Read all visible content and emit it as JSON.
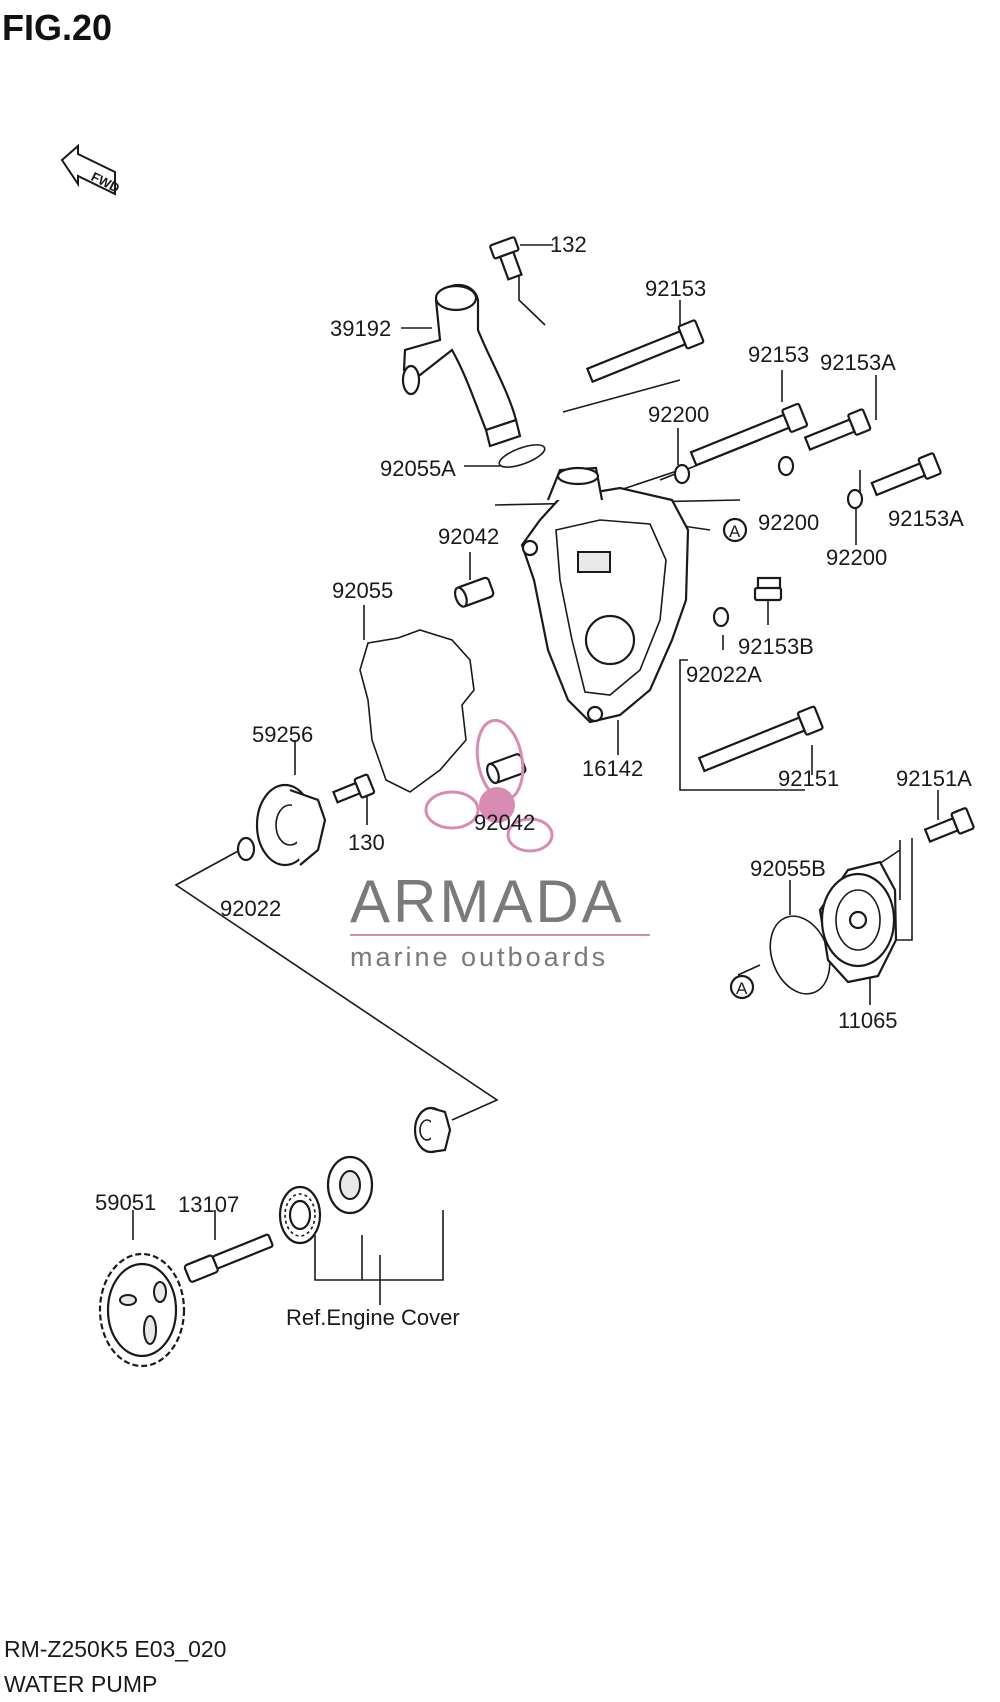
{
  "figure": {
    "title": "FIG.20",
    "fwd_label": "FWD",
    "model_code": "RM-Z250K5 E03_020",
    "subtitle": "WATER PUMP"
  },
  "watermark": {
    "brand": "ARMADA",
    "tagline": "marine outboards",
    "color": "#d98cb3",
    "text_color": "#7a7a7a"
  },
  "ref_label": "Ref.Engine Cover",
  "circle_marker": "A",
  "part_labels": {
    "p132": "132",
    "p39192": "39192",
    "p92153_a": "92153",
    "p92153_b": "92153",
    "p92153A_a": "92153A",
    "p92153A_b": "92153A",
    "p92200_a": "92200",
    "p92200_b": "92200",
    "p92200_c": "92200",
    "p92055A": "92055A",
    "p92042_a": "92042",
    "p92042_b": "92042",
    "p92055": "92055",
    "p92153B": "92153B",
    "p92022A": "92022A",
    "p16142": "16142",
    "p92151": "92151",
    "p92151A": "92151A",
    "p59256": "59256",
    "p130": "130",
    "p92022": "92022",
    "p92055B": "92055B",
    "p11065": "11065",
    "p59051": "59051",
    "p13107": "13107"
  }
}
